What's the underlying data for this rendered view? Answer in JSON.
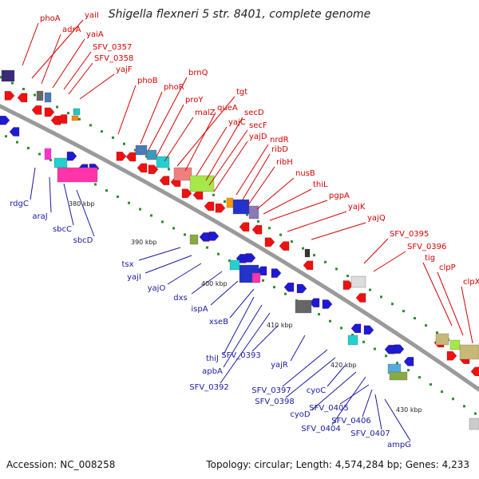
{
  "title": "Shigella flexneri 5 str. 8401, complete genome",
  "accession": "Accession: NC_008258",
  "summary": "Topology: circular; Length: 4,574,284 bp; Genes: 4,233",
  "colors": {
    "backbone": "#9a9a9a",
    "top_label": "#d40000",
    "bottom_label": "#1a1aa0",
    "tick": "#2e8b2e"
  },
  "kbp_markers": [
    "380 kbp",
    "390 kbp",
    "400 kbp",
    "410 kbp",
    "420 kbp",
    "430 kbp"
  ],
  "top_genes": [
    "phoA",
    "yaiI",
    "adrA",
    "yaiA",
    "SFV_0357",
    "SFV_0358",
    "yajF",
    "phoB",
    "phoR",
    "brnQ",
    "proY",
    "malZ",
    "tgt",
    "queA",
    "yajC",
    "secD",
    "secF",
    "yajD",
    "nrdR",
    "ribD",
    "ribH",
    "nusB",
    "thiL",
    "pgpA",
    "yajK",
    "yajQ",
    "SFV_0395",
    "SFV_0396",
    "tig",
    "clpP",
    "clpX"
  ],
  "bottom_genes": [
    "rdgC",
    "araJ",
    "sbcC",
    "sbcD",
    "tsx",
    "yajI",
    "yajO",
    "dxs",
    "ispA",
    "xseB",
    "thiJ",
    "apbA",
    "SFV_0392",
    "SFV_0393",
    "yajR",
    "SFV_0397",
    "SFV_0398",
    "cyoC",
    "cyoD",
    "SFV_0404",
    "SFV_0405",
    "SFV_0406",
    "SFV_0407",
    "ampG"
  ]
}
